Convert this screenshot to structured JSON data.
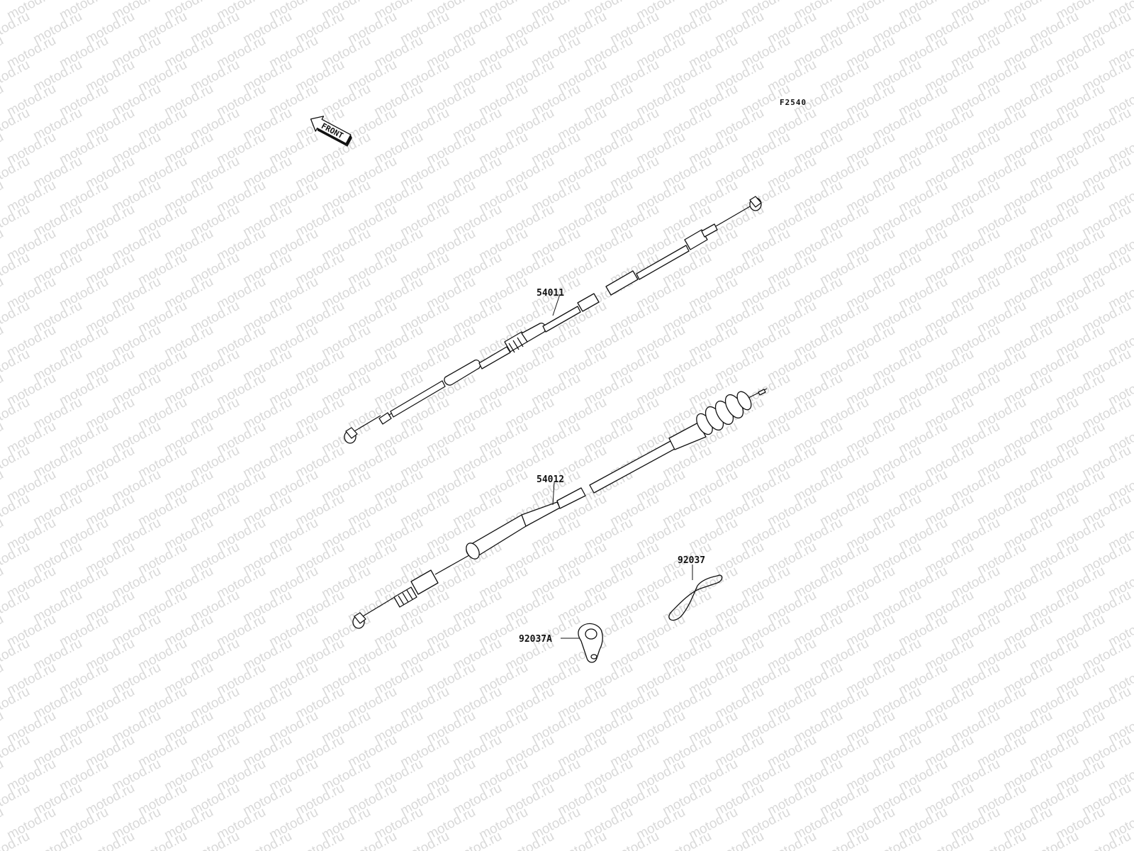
{
  "figure_code": "F2540",
  "front_label": "FRONT",
  "watermark_text": "motod.ru",
  "colors": {
    "line": "#111111",
    "background": "#ffffff",
    "watermark": "#d9d9d9"
  },
  "parts": [
    {
      "number": "54011"
    },
    {
      "number": "54012"
    },
    {
      "number": "92037"
    },
    {
      "number": "92037A"
    }
  ]
}
